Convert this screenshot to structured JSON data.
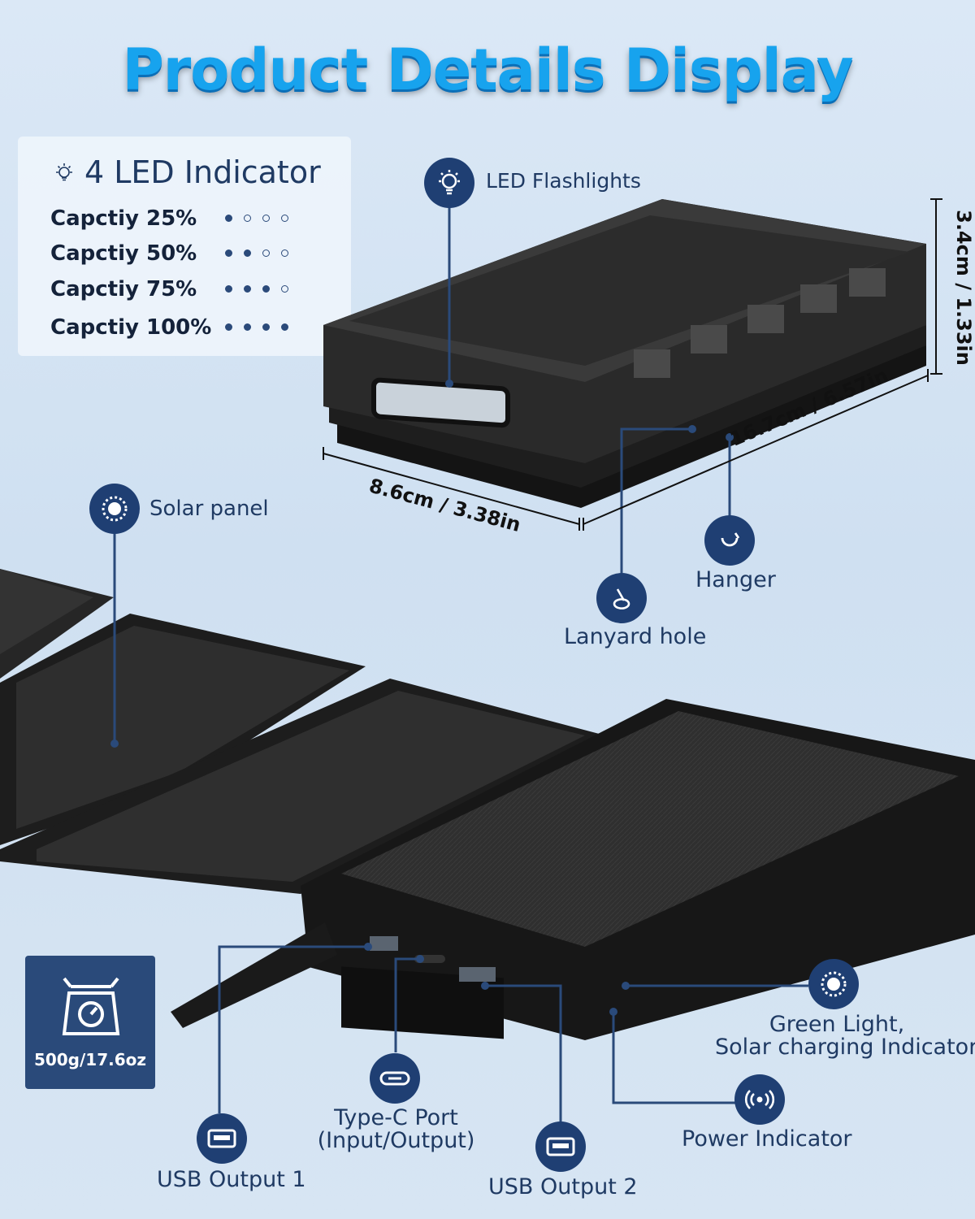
{
  "title": "Product Details Display",
  "led_indicator": {
    "heading": "4 LED Indicator",
    "rows": [
      {
        "label": "Capctiy 25%",
        "lit": 1
      },
      {
        "label": "Capctiy 50%",
        "lit": 2
      },
      {
        "label": "Capctiy 75%",
        "lit": 3
      },
      {
        "label": "Capctiy 100%",
        "lit": 4
      }
    ]
  },
  "callouts": {
    "led_flashlights": "LED  Flashlights",
    "solar_panel": "Solar panel",
    "hanger": "Hanger",
    "lanyard_hole": "Lanyard hole",
    "green_light_line1": "Green Light,",
    "green_light_line2": "Solar charging Indicator",
    "power_indicator": "Power Indicator",
    "type_c_line1": "Type-C Port",
    "type_c_line2": "(Input/Output)",
    "usb_output_1": "USB Output 1",
    "usb_output_2": "USB Output 2"
  },
  "dimensions": {
    "height": "3.4cm / 1.33in",
    "length": "16.7cm / 6.57in",
    "width": "8.6cm / 3.38in"
  },
  "weight": "500g/17.6oz",
  "colors": {
    "accent": "#17a3ee",
    "navy": "#1f3f73",
    "box": "#2a4a7a"
  }
}
